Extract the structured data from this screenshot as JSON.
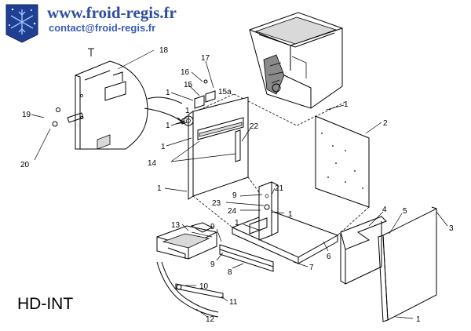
{
  "site": {
    "url": "www.froid-regis.fr",
    "email": "contact@froid-regis.fr"
  },
  "model": "HD-INT",
  "colors": {
    "url": "#2f4ea3",
    "email": "#3a5bbf",
    "logo_bg": "#1f3f93",
    "logo_flake": "#9fc3ff"
  },
  "icons": {
    "logo": "snowflake-logo-icon"
  },
  "labels": [
    {
      "id": "l18",
      "text": "18"
    },
    {
      "id": "l16",
      "text": "16"
    },
    {
      "id": "l17",
      "text": "17"
    },
    {
      "id": "l15",
      "text": "15"
    },
    {
      "id": "l15a",
      "text": "15a"
    },
    {
      "id": "l1a",
      "text": "1"
    },
    {
      "id": "l1b",
      "text": "1"
    },
    {
      "id": "l1c",
      "text": "1"
    },
    {
      "id": "l1d",
      "text": "1"
    },
    {
      "id": "l1e",
      "text": "1"
    },
    {
      "id": "l1f",
      "text": "1"
    },
    {
      "id": "l1g",
      "text": "1"
    },
    {
      "id": "l1h",
      "text": "1"
    },
    {
      "id": "l1i",
      "text": "1"
    },
    {
      "id": "l22",
      "text": "22"
    },
    {
      "id": "l14",
      "text": "14"
    },
    {
      "id": "l2",
      "text": "2"
    },
    {
      "id": "l19",
      "text": "19"
    },
    {
      "id": "l20",
      "text": "20"
    },
    {
      "id": "l9a",
      "text": "9"
    },
    {
      "id": "l9b",
      "text": "9"
    },
    {
      "id": "l9c",
      "text": "9"
    },
    {
      "id": "l21",
      "text": "21"
    },
    {
      "id": "l23",
      "text": "23"
    },
    {
      "id": "l24",
      "text": "24"
    },
    {
      "id": "l4",
      "text": "4"
    },
    {
      "id": "l5",
      "text": "5"
    },
    {
      "id": "l3",
      "text": "3"
    },
    {
      "id": "l13",
      "text": "13"
    },
    {
      "id": "l6",
      "text": "6"
    },
    {
      "id": "l7",
      "text": "7"
    },
    {
      "id": "l8",
      "text": "8"
    },
    {
      "id": "l10",
      "text": "10"
    },
    {
      "id": "l11",
      "text": "11"
    },
    {
      "id": "l12",
      "text": "12"
    }
  ]
}
